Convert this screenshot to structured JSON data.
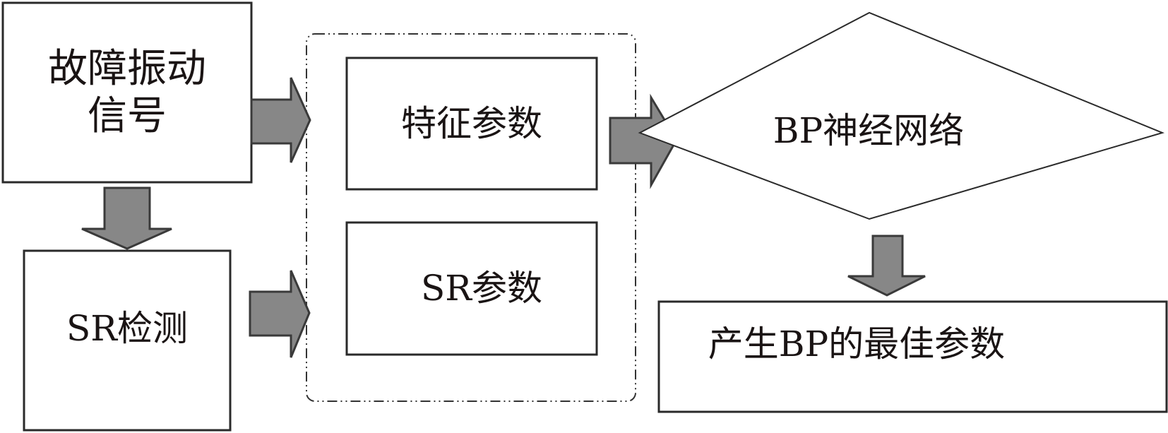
{
  "diagram": {
    "nodes": [
      {
        "id": "fault-signal",
        "shape": "rectangle",
        "label": "故障振动\n信号"
      },
      {
        "id": "sr-detection",
        "shape": "rectangle",
        "label": "SR检测"
      },
      {
        "id": "feature-params",
        "shape": "rectangle",
        "label": "特征参数"
      },
      {
        "id": "sr-params",
        "shape": "rectangle",
        "label": "SR参数"
      },
      {
        "id": "bp-network",
        "shape": "diamond",
        "label": "BP神经网络"
      },
      {
        "id": "bp-best-params",
        "shape": "rectangle",
        "label": "产生BP的最佳参数"
      }
    ],
    "groups": [
      {
        "id": "parameter-group",
        "style": "dash-dot",
        "members": [
          "feature-params",
          "sr-params"
        ]
      }
    ],
    "edges": [
      {
        "from": "fault-signal",
        "to": "sr-detection",
        "style": "block-arrow",
        "direction": "down"
      },
      {
        "from": "fault-signal",
        "to": "parameter-group",
        "style": "block-arrow",
        "direction": "right"
      },
      {
        "from": "sr-detection",
        "to": "parameter-group",
        "style": "block-arrow",
        "direction": "right"
      },
      {
        "from": "parameter-group",
        "to": "bp-network",
        "style": "block-arrow",
        "direction": "right"
      },
      {
        "from": "bp-network",
        "to": "bp-best-params",
        "style": "block-arrow",
        "direction": "down"
      }
    ],
    "colors": {
      "arrow_fill": "#878787",
      "arrow_stroke": "#3a3a3a",
      "box_stroke": "#2a2a2a",
      "text": "#1a1414"
    }
  }
}
